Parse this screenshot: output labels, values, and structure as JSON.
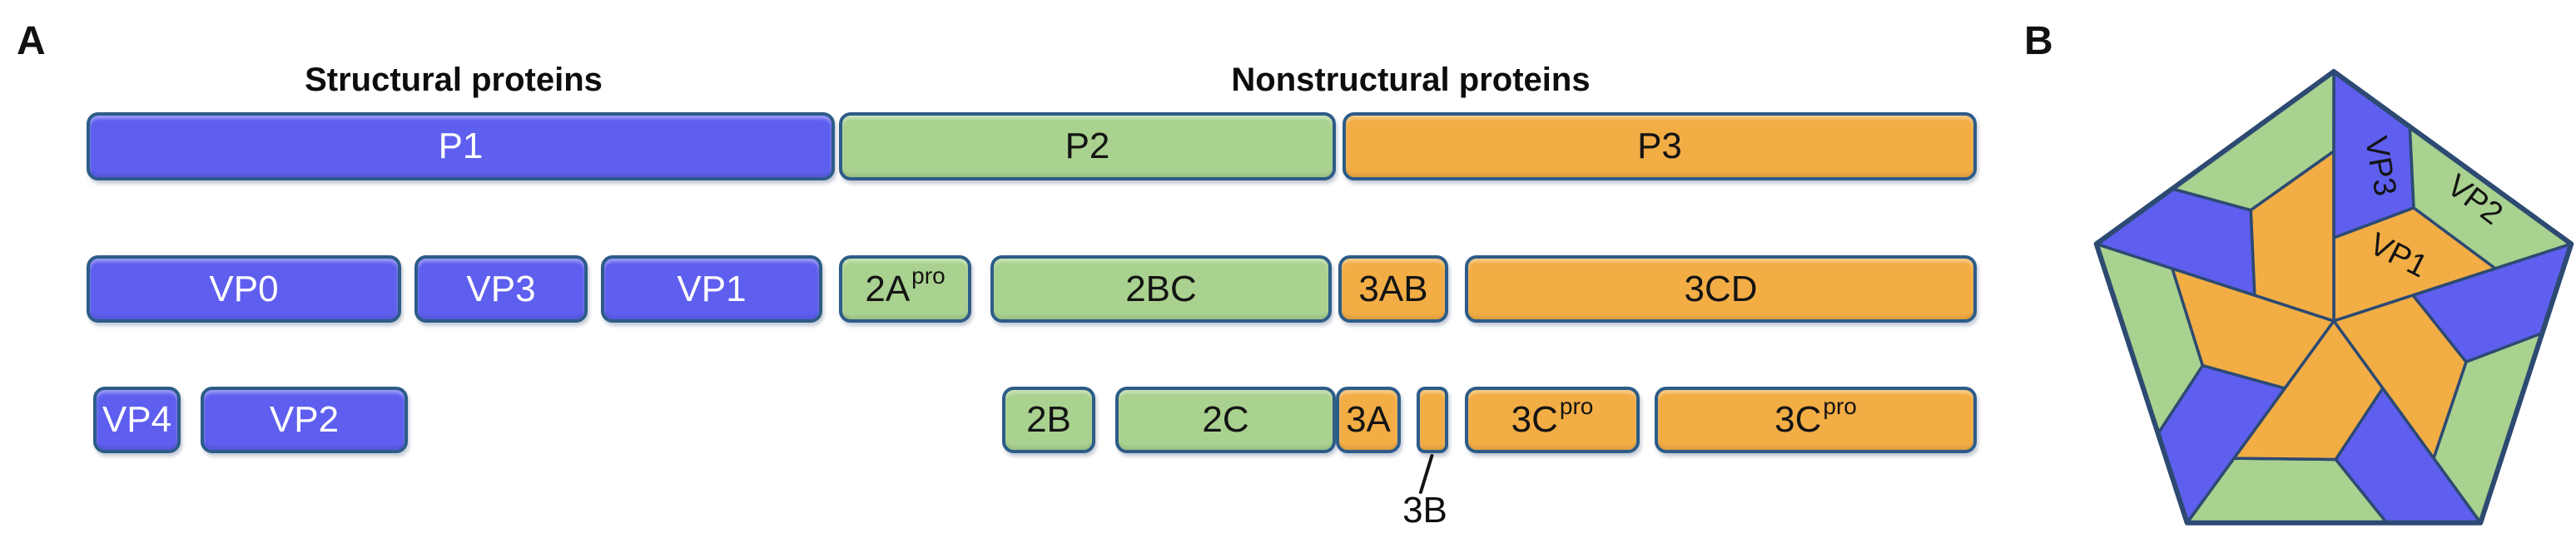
{
  "figure": {
    "panel_a": {
      "label": "A",
      "heading_structural": "Structural proteins",
      "heading_nonstructural": "Nonstructural proteins",
      "polyproteins": {
        "p1": "P1",
        "p2": "P2",
        "p3": "P3"
      },
      "intermediates": {
        "vp0": "VP0",
        "vp3": "VP3",
        "vp1": "VP1",
        "two_a": "2A",
        "two_a_sup": "pro",
        "two_bc": "2BC",
        "three_ab": "3AB",
        "three_cd": "3CD"
      },
      "final_products": {
        "vp4": "VP4",
        "vp2": "VP2",
        "two_b": "2B",
        "two_c": "2C",
        "three_a": "3A",
        "three_b": "3B",
        "three_c1": "3C",
        "three_c1_sup": "pro",
        "three_c2": "3C",
        "three_c2_sup": "pro"
      }
    },
    "panel_b": {
      "label": "B",
      "pentagon_labels": {
        "vp3": "VP3",
        "vp2": "VP2",
        "vp1": "VP1"
      }
    }
  },
  "colors": {
    "blue": "#5e5fee",
    "green": "#a9d18f",
    "orange": "#f2ad45",
    "border": "#2d5c88",
    "outline": "#2c4a72"
  }
}
